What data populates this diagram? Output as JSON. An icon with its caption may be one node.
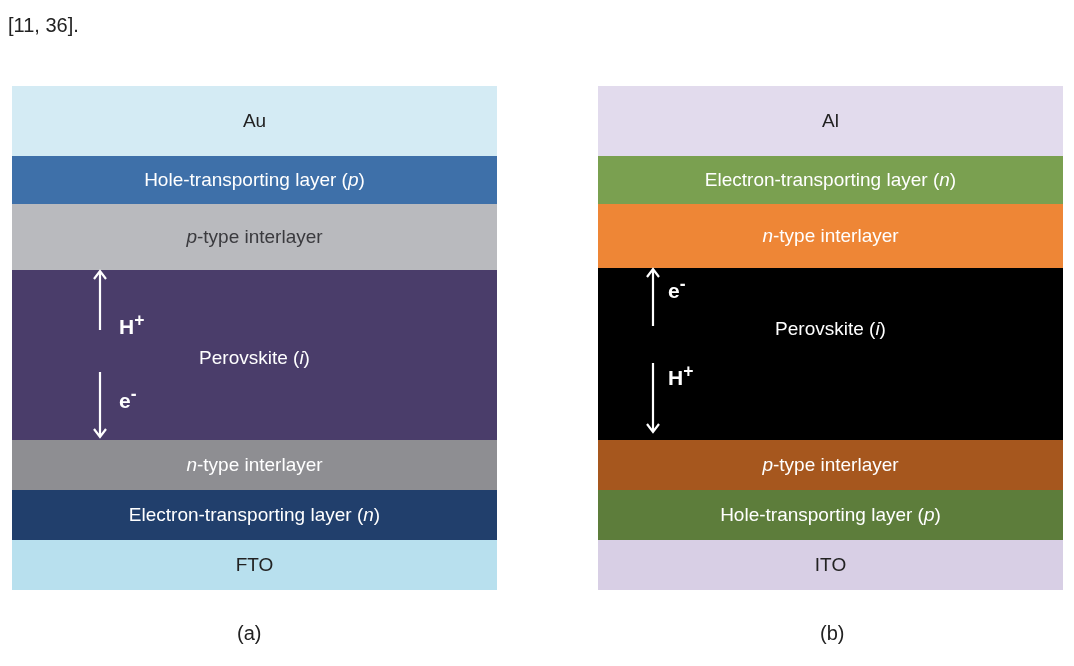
{
  "diagram": {
    "nodes": [
      {
        "text": [
          "Au"
        ]
      },
      {
        "text": [
          "Hole-transporting layer (*p*)"
        ]
      },
      {
        "text": [
          "*p*-type interlayer"
        ]
      },
      {
        "text": [
          "H$^{+}$",
          "Perovskite (*i*)",
          "e$^{-}$"
        ]
      },
      {
        "text": [
          "*n*-type interlayer"
        ]
      },
      {
        "text": [
          "Electron-transporting layer (*n*)"
        ]
      },
      {
        "text": [
          "FTO"
        ]
      },
      {
        "text": [
          "Al"
        ]
      },
      {
        "text": [
          "Electron-transporting layer (*n*)"
        ]
      },
      {
        "text": [
          "*n*-type interlayer"
        ]
      },
      {
        "text": [
          "e$^{-}$",
          "Perovskite (*i*)",
          "H$^{+}$"
        ]
      },
      {
        "text": [
          "*p*-type interlayer"
        ]
      },
      {
        "text": [
          "Hole-transporting layer (*p*)"
        ]
      },
      {
        "text": [
          "ITO"
        ]
      }
    ],
    "edges": [],
    "labels": [
      "[11, 36].",
      "(a)",
      "(b)"
    ]
  }
}
